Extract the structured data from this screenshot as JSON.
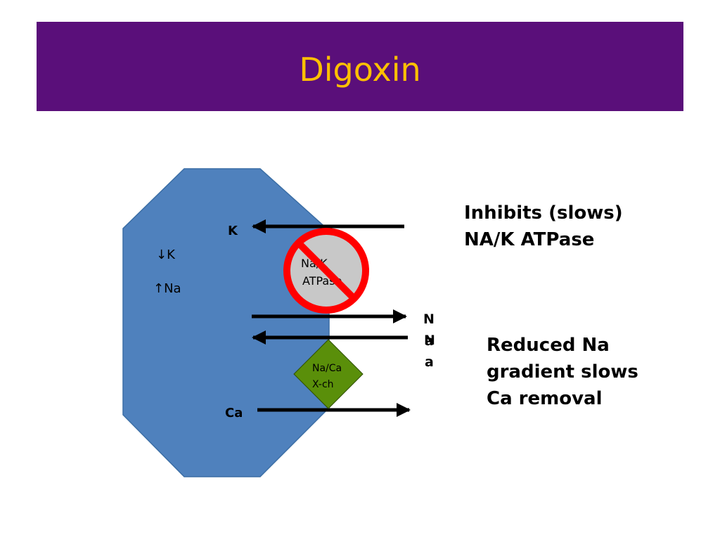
{
  "slide": {
    "title": "Digoxin",
    "colors": {
      "title_bar": "#5a0f7a",
      "title_text": "#ffc000",
      "cell_fill": "#4f81bd",
      "cell_stroke": "#3b6ea5",
      "pump_fill": "#c8c8c8",
      "prohibit_red": "#ff0000",
      "exchanger_fill": "#5a8f0a",
      "arrow": "#000000"
    }
  },
  "diagram": {
    "cell_labels": {
      "k_down": "↓K",
      "na_up": "↑Na"
    },
    "ions": {
      "k": "K",
      "ca": "Ca",
      "na_upper_1": "N",
      "na_upper_2": "a",
      "na_lower_1": "N",
      "na_lower_2": "a"
    },
    "pump": {
      "line1": "Na/K",
      "line2": "ATPase",
      "icon": "prohibit-icon"
    },
    "exchanger": {
      "line1": "Na/Ca",
      "line2": "X-ch"
    }
  },
  "notes": {
    "inhibits": [
      "Inhibits (slows)",
      "NA/K ATPase"
    ],
    "reduced": [
      "Reduced Na",
      "gradient slows",
      "Ca removal"
    ]
  }
}
